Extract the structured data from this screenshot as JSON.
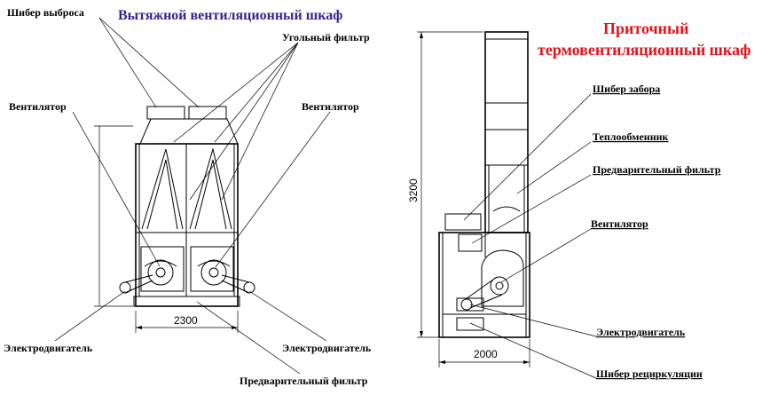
{
  "left_unit": {
    "title": "Вытяжной вентиляционный шкаф",
    "labels": {
      "exhaust_damper": "Шибер выброса",
      "carbon_filter": "Угольный фильтр",
      "fan_left": "Вентилятор",
      "fan_right": "Вентилятор",
      "motor_left": "Электродвигатель",
      "motor_right": "Электродвигатель",
      "prefilter": "Предварительный фильтр"
    },
    "dimension_width": "2300"
  },
  "right_unit": {
    "title_line1": "Приточный",
    "title_line2": "термовентиляционный шкаф",
    "labels": {
      "intake_damper": "Шибер забора",
      "heat_exchanger": "Теплообменник",
      "prefilter": "Предварительный фильтр",
      "fan": "Вентилятор",
      "motor": "Электродвигатель",
      "recirc_damper": "Шибер рециркуляции"
    },
    "dimension_height": "3200",
    "dimension_width": "2000"
  },
  "colors": {
    "left_title": "#3b1f8c",
    "right_title": "#e0141e",
    "lines": "#000000"
  }
}
